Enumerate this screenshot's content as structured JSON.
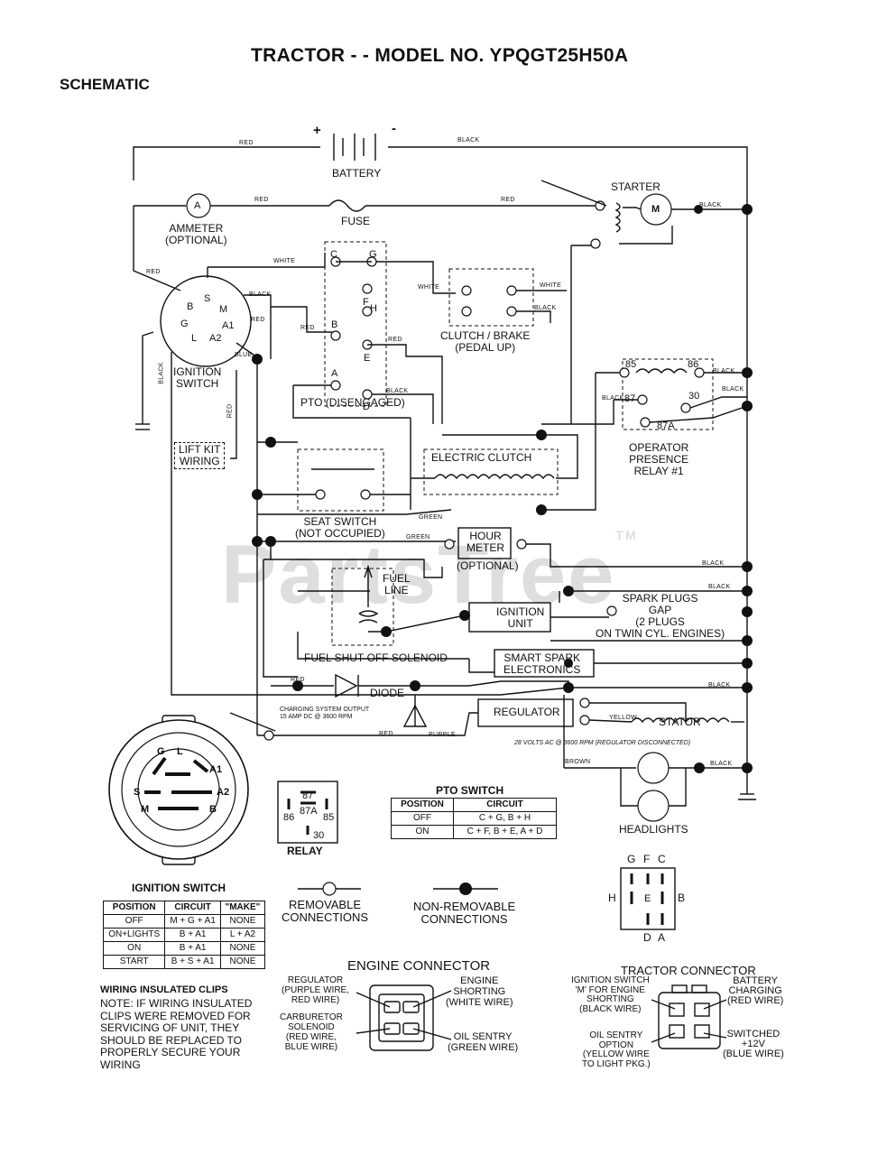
{
  "title": "TRACTOR - - MODEL NO. YPQGT25H50A",
  "subtitle": "SCHEMATIC",
  "watermark": "PartsTree",
  "watermark_tm": "TM",
  "wires": {
    "red": "RED",
    "red2": "RED",
    "red3": "RED",
    "red4": "RED",
    "red5": "RED",
    "red6": "RED",
    "red7": "RED",
    "red8": "RED",
    "red_lower": "RED",
    "red_charge": "RED",
    "black": "BLACK",
    "black_start": "BLACK",
    "black_sw": "BLACK",
    "black_clutch": "BLACK",
    "black_pto": "BLACK",
    "black_r1": "BLACK",
    "black_r2": "BLACK",
    "black_r3": "BLACK",
    "black_r87": "BLACK",
    "black_hour": "BLACK",
    "black_spark": "BLACK",
    "black_diode": "BLACK",
    "black_head": "BLACK",
    "white": "WHITE",
    "white2": "WHITE",
    "white3": "WHITE",
    "blue": "BLUE",
    "green": "GREEN",
    "green2": "GREEN",
    "purple": "PURPLE",
    "yellow": "YELLOW",
    "brown": "BROWN"
  },
  "components": {
    "battery": "BATTERY",
    "battery_plus": "+",
    "battery_minus": "-",
    "ammeter_symbol": "A",
    "ammeter": "AMMETER\n(OPTIONAL)",
    "fuse": "FUSE",
    "starter": "STARTER",
    "starter_symbol": "M",
    "ignition_switch": "IGNITION\nSWITCH",
    "lift_kit": "LIFT KIT\nWIRING",
    "clutch_brake": "CLUTCH / BRAKE\n(PEDAL UP)",
    "pto": "PTO (DISENGAGED)",
    "electric_clutch": "ELECTRIC CLUTCH",
    "operator_relay": "OPERATOR\nPRESENCE\nRELAY #1",
    "seat_switch": "SEAT SWITCH\n(NOT OCCUPIED)",
    "hour_meter": "HOUR\nMETER",
    "hour_optional": "(OPTIONAL)",
    "fuel_line": "FUEL\nLINE",
    "ignition_unit": "IGNITION\nUNIT",
    "spark_plugs": "SPARK PLUGS\nGAP\n(2 PLUGS\nON TWIN CYL. ENGINES)",
    "fuel_solenoid": "FUEL SHUT-OFF SOLENOID",
    "smart_spark": "SMART SPARK\nELECTRONICS",
    "diode": "DIODE",
    "regulator": "REGULATOR",
    "stator": "STATOR",
    "charging_output": "CHARGING SYSTEM OUTPUT\n15 AMP DC @ 3600 RPM",
    "volts_ac": "28 VOLTS AC @ 3600 RPM (REGULATOR DISCONNECTED)",
    "headlights": "HEADLIGHTS"
  },
  "switch_terminals": {
    "ign": [
      "B",
      "S",
      "M",
      "G",
      "A1",
      "L",
      "A2"
    ],
    "pto": [
      "C",
      "G",
      "F",
      "H",
      "B",
      "E",
      "A",
      "D"
    ],
    "relay": [
      "85",
      "86",
      "87",
      "30",
      "87A"
    ]
  },
  "relay_legend": {
    "label": "RELAY",
    "pins": [
      "87",
      "86",
      "87A",
      "85",
      "30"
    ]
  },
  "pto_switch_table": {
    "title": "PTO SWITCH",
    "headers": [
      "POSITION",
      "CIRCUIT"
    ],
    "rows": [
      [
        "OFF",
        "C + G, B + H"
      ],
      [
        "ON",
        "C + F, B + E, A + D"
      ]
    ]
  },
  "ignition_switch_table": {
    "title": "IGNITION SWITCH",
    "headers": [
      "POSITION",
      "CIRCUIT",
      "\"MAKE\""
    ],
    "rows": [
      [
        "OFF",
        "M + G + A1",
        "NONE"
      ],
      [
        "ON+LIGHTS",
        "B + A1",
        "L + A2"
      ],
      [
        "ON",
        "B + A1",
        "NONE"
      ],
      [
        "START",
        "B + S + A1",
        "NONE"
      ]
    ]
  },
  "connections_legend": {
    "removable": "REMOVABLE\nCONNECTIONS",
    "non_removable": "NON-REMOVABLE\nCONNECTIONS"
  },
  "ign_face_labels": [
    "G",
    "L",
    "A1",
    "A2",
    "S",
    "M",
    "B"
  ],
  "pto_face_labels": [
    "G",
    "F",
    "C",
    "H",
    "E",
    "B",
    "D",
    "A"
  ],
  "wiring_clips": {
    "title": "WIRING INSULATED CLIPS",
    "note": "NOTE: IF WIRING INSULATED\nCLIPS WERE REMOVED FOR\nSERVICING OF UNIT, THEY\nSHOULD BE REPLACED TO\nPROPERLY SECURE YOUR\nWIRING"
  },
  "engine_connector": {
    "title": "ENGINE CONNECTOR",
    "regulator": "REGULATOR\n(PURPLE WIRE,\nRED WIRE)",
    "carburetor": "CARBURETOR\nSOLENOID\n(RED WIRE,\nBLUE WIRE)",
    "engine_shorting": "ENGINE\nSHORTING\n(WHITE WIRE)",
    "oil_sentry": "OIL SENTRY\n(GREEN WIRE)"
  },
  "tractor_connector": {
    "title": "TRACTOR CONNECTOR",
    "ignition": "IGNITION SWITCH\n'M' FOR ENGINE\nSHORTING\n(BLACK WIRE)",
    "oil_sentry": "OIL SENTRY\nOPTION\n(YELLOW WIRE\nTO LIGHT PKG.)",
    "battery": "BATTERY\nCHARGING\n(RED WIRE)",
    "switched": "SWITCHED\n+12V\n(BLUE WIRE)"
  }
}
